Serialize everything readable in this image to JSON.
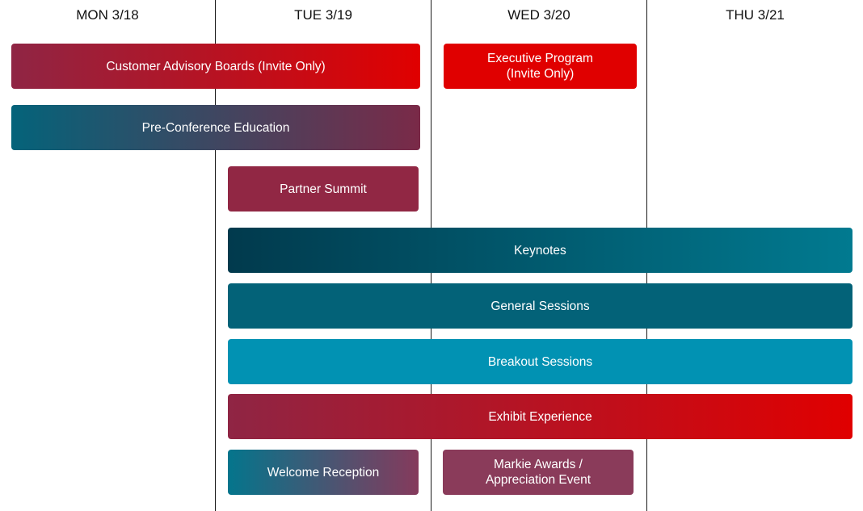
{
  "days": [
    {
      "label": "MON 3/18"
    },
    {
      "label": "TUE 3/19"
    },
    {
      "label": "WED 3/20"
    },
    {
      "label": "THU 3/21"
    }
  ],
  "events": [
    {
      "label": "Customer Advisory Boards (Invite Only)",
      "start_day": "MON 3/18",
      "end_day": "TUE 3/19",
      "colors": [
        "#8f2544",
        "#e00000"
      ]
    },
    {
      "label": "Executive Program\n(Invite Only)",
      "start_day": "WED 3/20",
      "end_day": "WED 3/20",
      "colors": [
        "#e00000",
        "#e00000"
      ]
    },
    {
      "label": "Pre-Conference Education",
      "start_day": "MON 3/18",
      "end_day": "TUE 3/19",
      "colors": [
        "#04637a",
        "#7a2a48"
      ]
    },
    {
      "label": "Partner Summit",
      "start_day": "TUE 3/19",
      "end_day": "TUE 3/19",
      "colors": [
        "#912744",
        "#912744"
      ]
    },
    {
      "label": "Keynotes",
      "start_day": "TUE 3/19",
      "end_day": "THU 3/21",
      "colors": [
        "#013a4d",
        "#017a90"
      ]
    },
    {
      "label": "General Sessions",
      "start_day": "TUE 3/19",
      "end_day": "THU 3/21",
      "colors": [
        "#036278",
        "#036278"
      ]
    },
    {
      "label": "Breakout Sessions",
      "start_day": "TUE 3/19",
      "end_day": "THU 3/21",
      "colors": [
        "#0192b3",
        "#0192b3"
      ]
    },
    {
      "label": "Exhibit Experience",
      "start_day": "TUE 3/19",
      "end_day": "THU 3/21",
      "colors": [
        "#8f2544",
        "#e00000"
      ]
    },
    {
      "label": "Welcome Reception",
      "start_day": "TUE 3/19",
      "end_day": "TUE 3/19",
      "colors": [
        "#04758c",
        "#853a5c"
      ]
    },
    {
      "label": "Markie Awards /\nAppreciation Event",
      "start_day": "WED 3/20",
      "end_day": "WED 3/20",
      "colors": [
        "#8a3b5a",
        "#8a3b5a"
      ]
    }
  ]
}
